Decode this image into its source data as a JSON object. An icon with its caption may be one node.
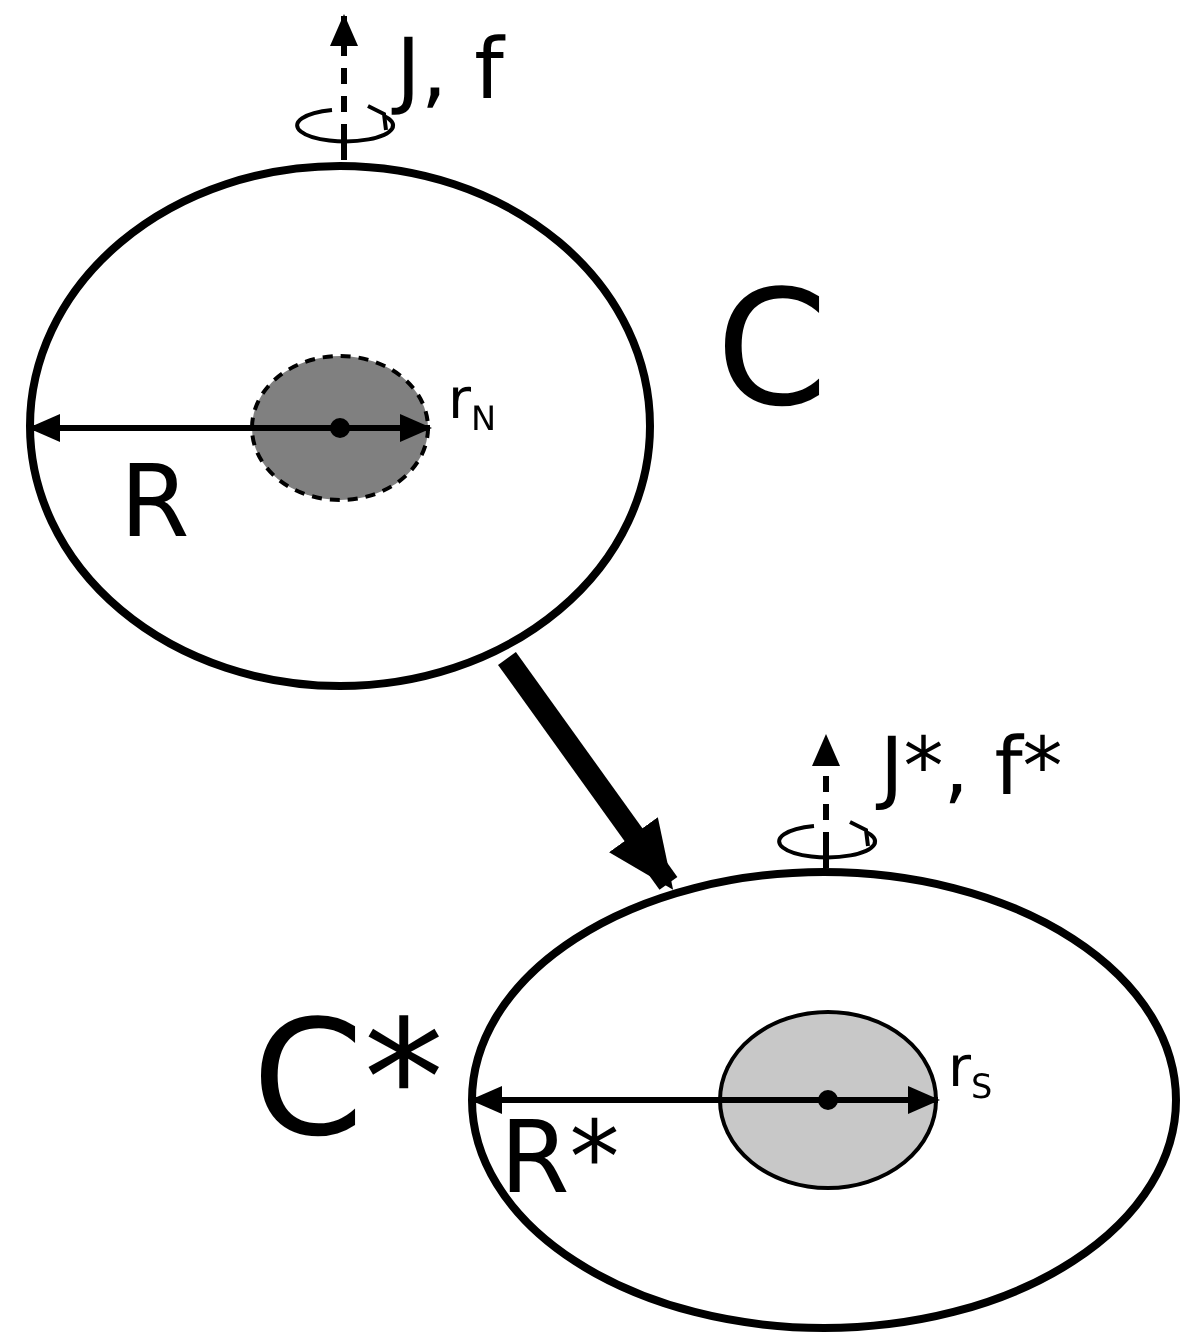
{
  "diagram": {
    "nodes": [
      {
        "text": [],
        "shape": "circle"
      },
      {
        "text": [],
        "shape": "circle",
        "in": 0
      },
      {
        "text": [],
        "shape": "circle"
      },
      {
        "text": [],
        "shape": "circle",
        "in": 2
      }
    ],
    "edges": [
      {
        "from": 0,
        "to": 1,
        "arrow": "both"
      },
      {
        "from": 0,
        "to": 2,
        "arrow": "to",
        "style": "thick"
      },
      {
        "from": 2,
        "to": 3,
        "arrow": "both"
      }
    ],
    "labels": [
      "J, f",
      "C",
      "r$_{N}$",
      "R",
      "J*, f*",
      "C*",
      "r$_{S}$",
      "R*"
    ]
  }
}
